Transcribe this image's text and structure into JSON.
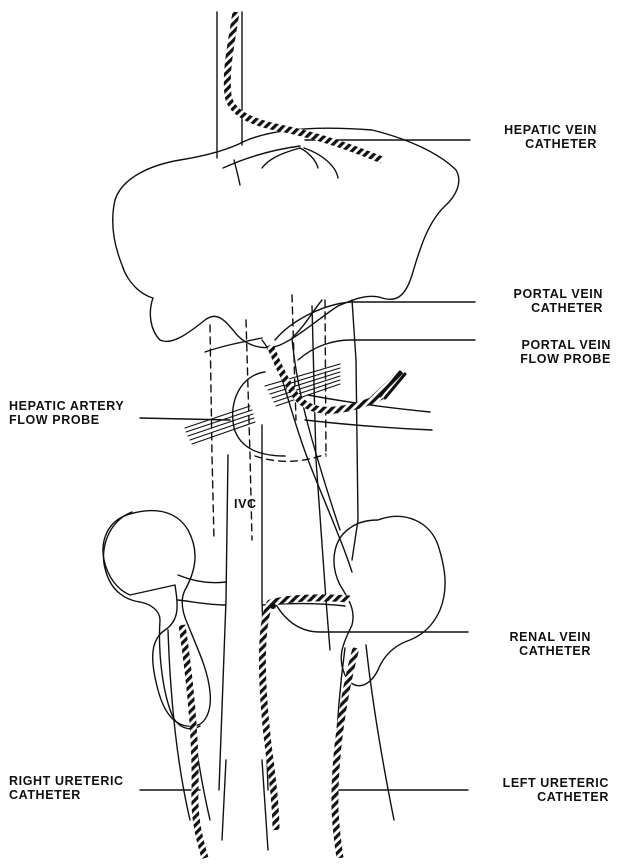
{
  "labels": {
    "hepatic_vein": [
      "HEPATIC VEIN",
      "CATHETER"
    ],
    "portal_vein_catheter": [
      "PORTAL VEIN",
      "CATHETER"
    ],
    "portal_vein_flow_probe": [
      "PORTAL VEIN",
      "FLOW PROBE"
    ],
    "hepatic_artery_flow_probe": [
      "HEPATIC ARTERY",
      "FLOW PROBE"
    ],
    "ivc": "IVC",
    "renal_vein": [
      "RENAL VEIN",
      "CATHETER"
    ],
    "right_ureteric": [
      "RIGHT URETERIC",
      "CATHETER"
    ],
    "left_ureteric": [
      "LEFT URETERIC",
      "CATHETER"
    ]
  },
  "colors": {
    "ink": "#111111",
    "paper": "#ffffff"
  }
}
